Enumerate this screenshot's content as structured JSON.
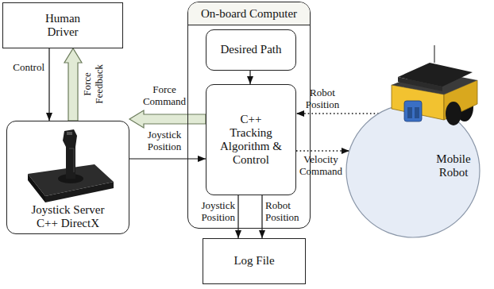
{
  "diagram": {
    "nodes": [
      {
        "text": [
          "Human Driver"
        ]
      },
      {
        "text": [
          "Joystick Server C++ DirectX"
        ]
      },
      {
        "text": [
          "On-board Computer"
        ]
      },
      {
        "text": [
          "Desired Path"
        ],
        "in": 2
      },
      {
        "text": [
          "C++ Tracking Algorithm & Control"
        ],
        "in": 2
      },
      {
        "text": [
          "Mobile Robot"
        ]
      },
      {
        "text": [
          "Log File"
        ]
      }
    ],
    "edges": [
      {
        "from": 0,
        "to": 1,
        "label": "Control",
        "arrow": "to"
      },
      {
        "from": 1,
        "to": 0,
        "label": "Force Feedback",
        "arrow": "to"
      },
      {
        "from": 4,
        "to": 1,
        "label": "Force Command",
        "arrow": "to"
      },
      {
        "from": 1,
        "to": 4,
        "label": "Joystick Position",
        "arrow": "to"
      },
      {
        "from": 3,
        "to": 4,
        "arrow": "to"
      },
      {
        "from": 5,
        "to": 4,
        "label": "Robot Position",
        "arrow": "to"
      },
      {
        "from": 4,
        "to": 5,
        "label": "Velocity Command",
        "arrow": "to"
      },
      {
        "from": 4,
        "to": 6,
        "label": "Joystick Position",
        "arrow": "to"
      },
      {
        "from": 4,
        "to": 6,
        "label": "Robot Position",
        "arrow": "to"
      }
    ]
  }
}
